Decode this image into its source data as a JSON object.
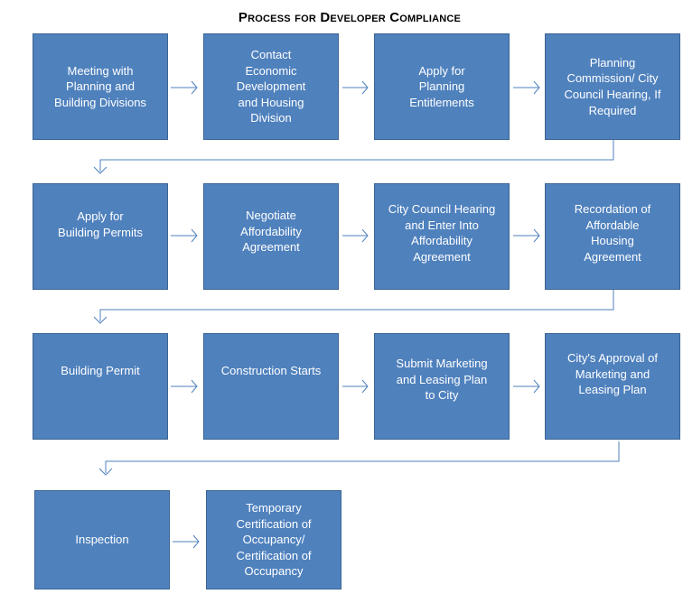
{
  "title": "Process for Developer Compliance",
  "steps": [
    "Meeting with\nPlanning  and\nBuilding Divisions",
    "Contact\nEconomic\nDevelopment\nand  Housing\nDivision",
    "Apply for\nPlanning\nEntitlements",
    "Planning\nCommission/  City\nCouncil Hearing, If\nRequired",
    "Apply for\nBuilding  Permits",
    "Negotiate\nAffordability\nAgreement",
    "City Council Hearing\nand  Enter Into\nAffordability\nAgreement",
    "Recordation of\nAffordable\nHousing\nAgreement",
    "Building Permit",
    "Construction Starts",
    "Submit Marketing\nand  Leasing Plan\nto City",
    "City's Approval of\nMarketing and\nLeasing  Plan",
    "Inspection",
    "Temporary\nCertification of\nOccupancy/\nCertification of\nOccupancy"
  ],
  "colors": {
    "box_fill": "#4f81bd",
    "box_border": "#3c6494",
    "arrow": "#4f81bd",
    "box_text": "#ffffff"
  }
}
